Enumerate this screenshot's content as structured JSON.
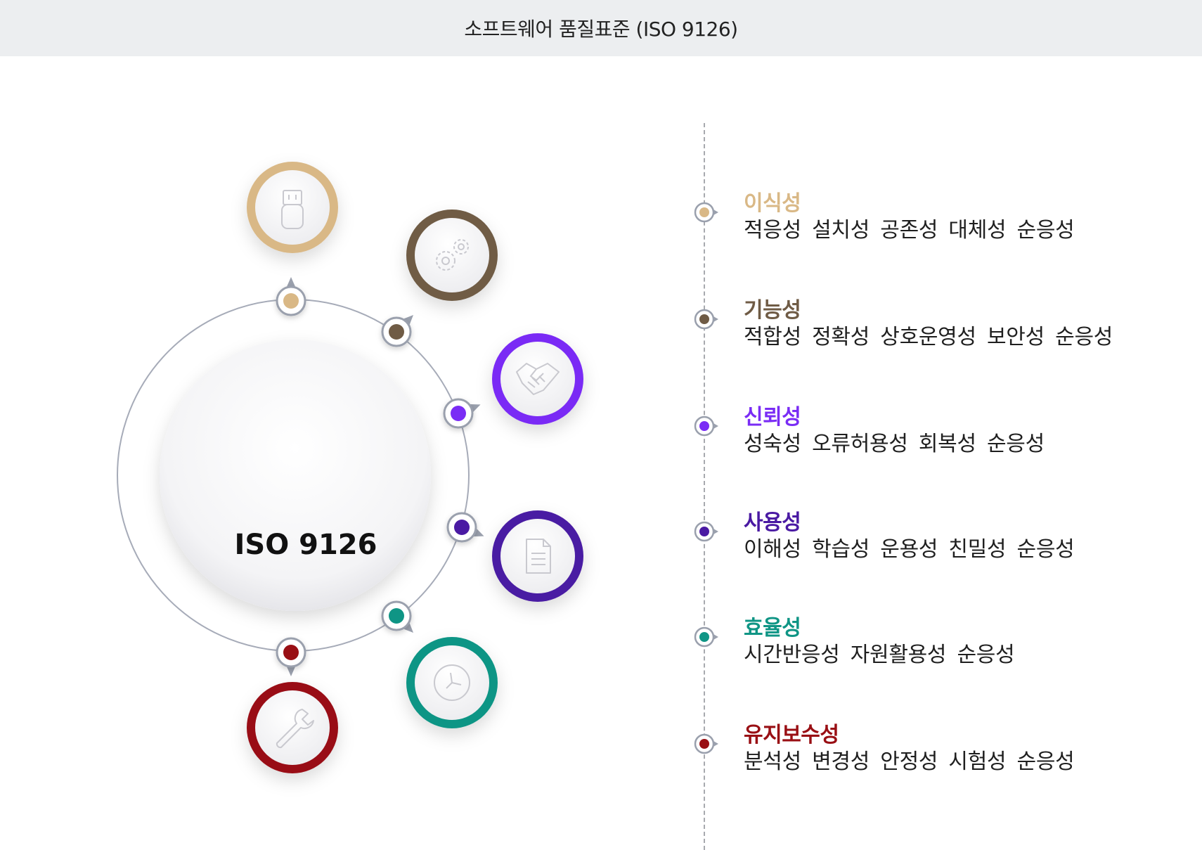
{
  "header": {
    "title": "소프트웨어 품질표준 (ISO 9126)"
  },
  "center": {
    "label": "ISO 9126"
  },
  "characteristics": [
    {
      "title": "이식성",
      "description": "적응성 설치성 공존성 대체성 순응성",
      "color": "#d9b886",
      "icon": "usb-drive-icon"
    },
    {
      "title": "기능성",
      "description": "적합성 정확성 상호운영성 보안성 순응성",
      "color": "#6f5b45",
      "icon": "gears-icon"
    },
    {
      "title": "신뢰성",
      "description": "성숙성 오류허용성 회복성 순응성",
      "color": "#7a2cf5",
      "icon": "handshake-icon"
    },
    {
      "title": "사용성",
      "description": "이해성 학습성 운용성 친밀성 순응성",
      "color": "#4a1aa3",
      "icon": "document-icon"
    },
    {
      "title": "효율성",
      "description": "시간반응성 자원활용성 순응성",
      "color": "#0f9585",
      "icon": "clock-icon"
    },
    {
      "title": "유지보수성",
      "description": "분석성 변경성 안정성 시험성 순응성",
      "color": "#990f14",
      "icon": "wrench-icon"
    }
  ]
}
